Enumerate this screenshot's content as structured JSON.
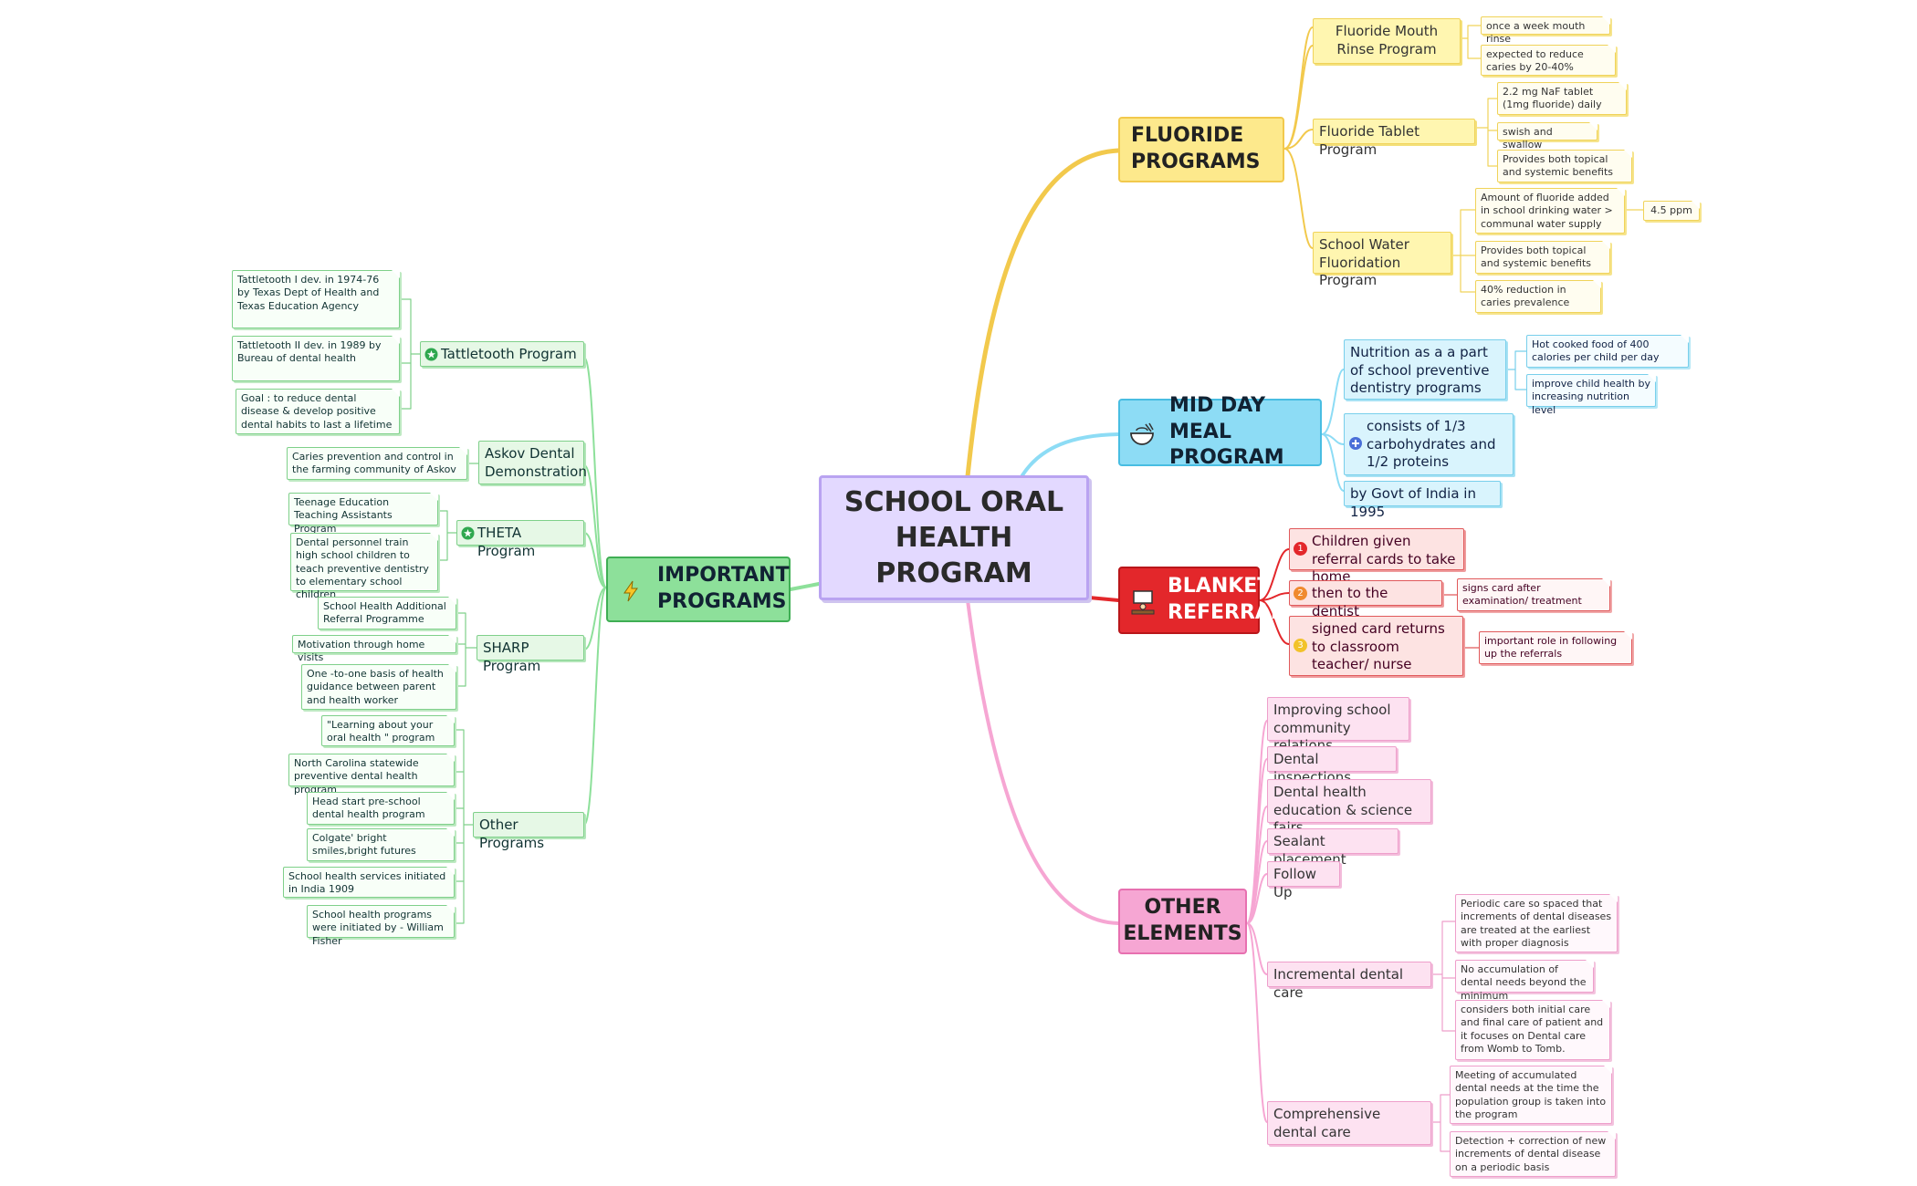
{
  "root": {
    "title": "SCHOOL ORAL HEALTH PROGRAM"
  },
  "colors": {
    "fluoride": "#f2c94c",
    "midday": "#48bde2",
    "blanket": "#e3272b",
    "other": "#e770b0",
    "important": "#3fae54",
    "root": "#e3d9ff"
  },
  "fluoride": {
    "title": "FLUORIDE PROGRAMS",
    "mouth_rinse": {
      "label": "Fluoride Mouth Rinse Program",
      "notes": [
        "once a week mouth rinse",
        "expected to reduce caries by 20-40%"
      ]
    },
    "tablet": {
      "label": "Fluoride Tablet Program",
      "notes": [
        "2.2 mg NaF tablet (1mg fluoride) daily",
        "swish and swallow",
        "Provides both topical and systemic benefits"
      ]
    },
    "water": {
      "label": "School Water Fluoridation Program",
      "notes": [
        "Amount of fluoride added in school drinking water > communal water supply",
        "Provides both topical and systemic benefits",
        "40% reduction in caries prevalence"
      ],
      "ppm": "4.5 ppm"
    }
  },
  "midday": {
    "title": "MID DAY MEAL PROGRAM",
    "icon": "food-bowl-icon",
    "nutrition": {
      "label": "Nutrition as a a part of school preventive dentistry programs",
      "notes": [
        "Hot cooked food of 400 calories per child per day",
        "improve child health by increasing nutrition level"
      ]
    },
    "consists": "consists of 1/3 carbohydrates and 1/2 proteins",
    "govt": "by Govt of India in 1995"
  },
  "blanket": {
    "title": "BLANKET REFERRAL",
    "icon": "classroom-icon",
    "steps": [
      {
        "num": "1",
        "label": "Children given referral cards to take home"
      },
      {
        "num": "2",
        "label": "then to the dentist",
        "note": "signs card after examination/ treatment"
      },
      {
        "num": "3",
        "label": "signed card returns to classroom teacher/ nurse",
        "note": "important role in following up the referrals"
      }
    ]
  },
  "other": {
    "title": "OTHER ELEMENTS",
    "items": [
      "Improving school community relations",
      "Dental inspections",
      "Dental health education & science fairs",
      "Sealant placement",
      "Follow Up"
    ],
    "incremental": {
      "label": "Incremental dental care",
      "notes": [
        "Periodic care so spaced that increments of dental diseases are treated at the earliest with proper diagnosis",
        "No accumulation of dental needs beyond the minimum",
        "considers both initial care and final care of patient and it focuses on Dental care from Womb to Tomb."
      ]
    },
    "comprehensive": {
      "label": "Comprehensive dental care",
      "notes": [
        "Meeting of accumulated dental needs at the time the population group is taken into the program",
        "Detection + correction of new increments of dental disease on a periodic basis"
      ]
    }
  },
  "important": {
    "title": "IMPORTANT PROGRAMS",
    "icon": "lightning-icon",
    "tattletooth": {
      "label": "Tattletooth Program",
      "notes": [
        "Tattletooth I dev. in 1974-76 by Texas Dept of Health and Texas Education Agency",
        "Tattletooth II dev. in 1989 by Bureau of dental health",
        "Goal : to reduce dental disease & develop positive dental habits to last a lifetime"
      ]
    },
    "askov": {
      "label": "Askov Dental Demonstration",
      "notes": [
        "Caries prevention and control in the farming community of Askov"
      ]
    },
    "theta": {
      "label": "THETA Program",
      "notes": [
        "Teenage Education Teaching Assistants Program",
        "Dental personnel train high school children to teach preventive dentistry to elementary school children"
      ]
    },
    "sharp": {
      "label": "SHARP Program",
      "notes": [
        "School Health Additional Referral Programme",
        "Motivation through home visits",
        "One -to-one basis of health guidance between parent and health worker"
      ]
    },
    "others": {
      "label": "Other Programs",
      "notes": [
        "\"Learning about your oral health \" program",
        "North Carolina statewide preventive dental health program",
        "Head start pre-school dental health program",
        "Colgate' bright smiles,bright futures",
        "School health services initiated in India 1909",
        "School health programs were initiated by - William Fisher"
      ]
    }
  }
}
